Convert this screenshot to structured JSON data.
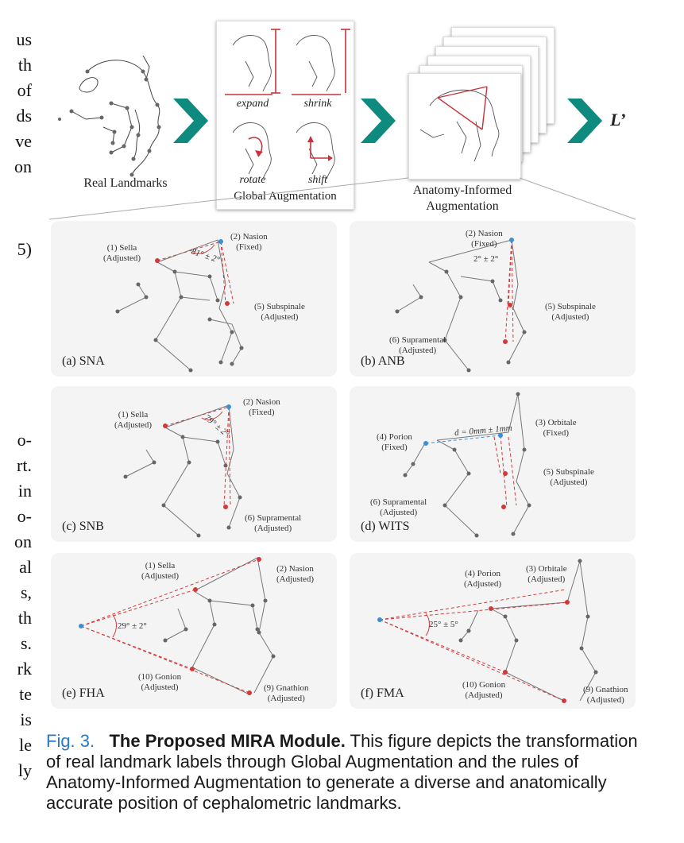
{
  "left_fragments": [
    "us",
    "th",
    "of",
    "ds",
    "ve",
    "on",
    "5)",
    "o-",
    "rt.",
    "in",
    "o-",
    "on",
    "al",
    "s,",
    "th",
    "s.",
    "rk",
    "te",
    "is",
    "le",
    "ly"
  ],
  "top": {
    "real_label": "Real Landmarks",
    "global_label": "Global Augmentation",
    "ops": [
      "expand",
      "shrink",
      "rotate",
      "shift"
    ],
    "anatomy_label_1": "Anatomy-Informed",
    "anatomy_label_2": "Augmentation",
    "output": "L’"
  },
  "panels": [
    {
      "label": "(a) SNA",
      "notes": [
        "(1) Sella",
        "(Adjusted)",
        "(2) Nasion",
        "(Fixed)",
        "(5) Subspinale",
        "(Adjusted)",
        "81° ± 2°"
      ]
    },
    {
      "label": "(b) ANB",
      "notes": [
        "(2) Nasion",
        "(Fixed)",
        "(5) Subspinale",
        "(Adjusted)",
        "(6) Supramental",
        "(Adjusted)",
        "2° ± 2°"
      ]
    },
    {
      "label": "(c) SNB",
      "notes": [
        "(1) Sella",
        "(Adjusted)",
        "(2) Nasion",
        "(Fixed)",
        "(6) Supramental",
        "(Adjusted)",
        "79° ± 2°"
      ]
    },
    {
      "label": "(d) WITS",
      "notes": [
        "(4) Porion",
        "(Fixed)",
        "(3) Orbitale",
        "(Fixed)",
        "(5) Subspinale",
        "(Adjusted)",
        "(6) Supramental",
        "(Adjusted)",
        "d = 0mm ± 1mm"
      ]
    },
    {
      "label": "(e) FHA",
      "notes": [
        "(1) Sella",
        "(Adjusted)",
        "(2) Nasion",
        "(Adjusted)",
        "(10) Gonion",
        "(Adjusted)",
        "(9) Gnathion",
        "(Adjusted)",
        "29° ± 2°"
      ]
    },
    {
      "label": "(f) FMA",
      "notes": [
        "(4) Porion",
        "(Adjusted)",
        "(3) Orbitale",
        "(Adjusted)",
        "(10) Gonion",
        "(Adjusted)",
        "(9) Gnathion",
        "(Adjusted)",
        "25° ± 5°"
      ]
    }
  ],
  "caption": {
    "fig": "Fig. 3.",
    "title": "The Proposed MIRA Module.",
    "text": "This figure depicts the transformation of real landmark labels through Global Augmentation and the rules of Anatomy-Informed Augmentation to generate a diverse and anatomically accurate position of cephalometric landmarks."
  },
  "colors": {
    "arrow": "#0e8a7e",
    "red": "#d23a3a",
    "blue": "#3a8fd6",
    "accent_caption": "#2a79c9"
  }
}
